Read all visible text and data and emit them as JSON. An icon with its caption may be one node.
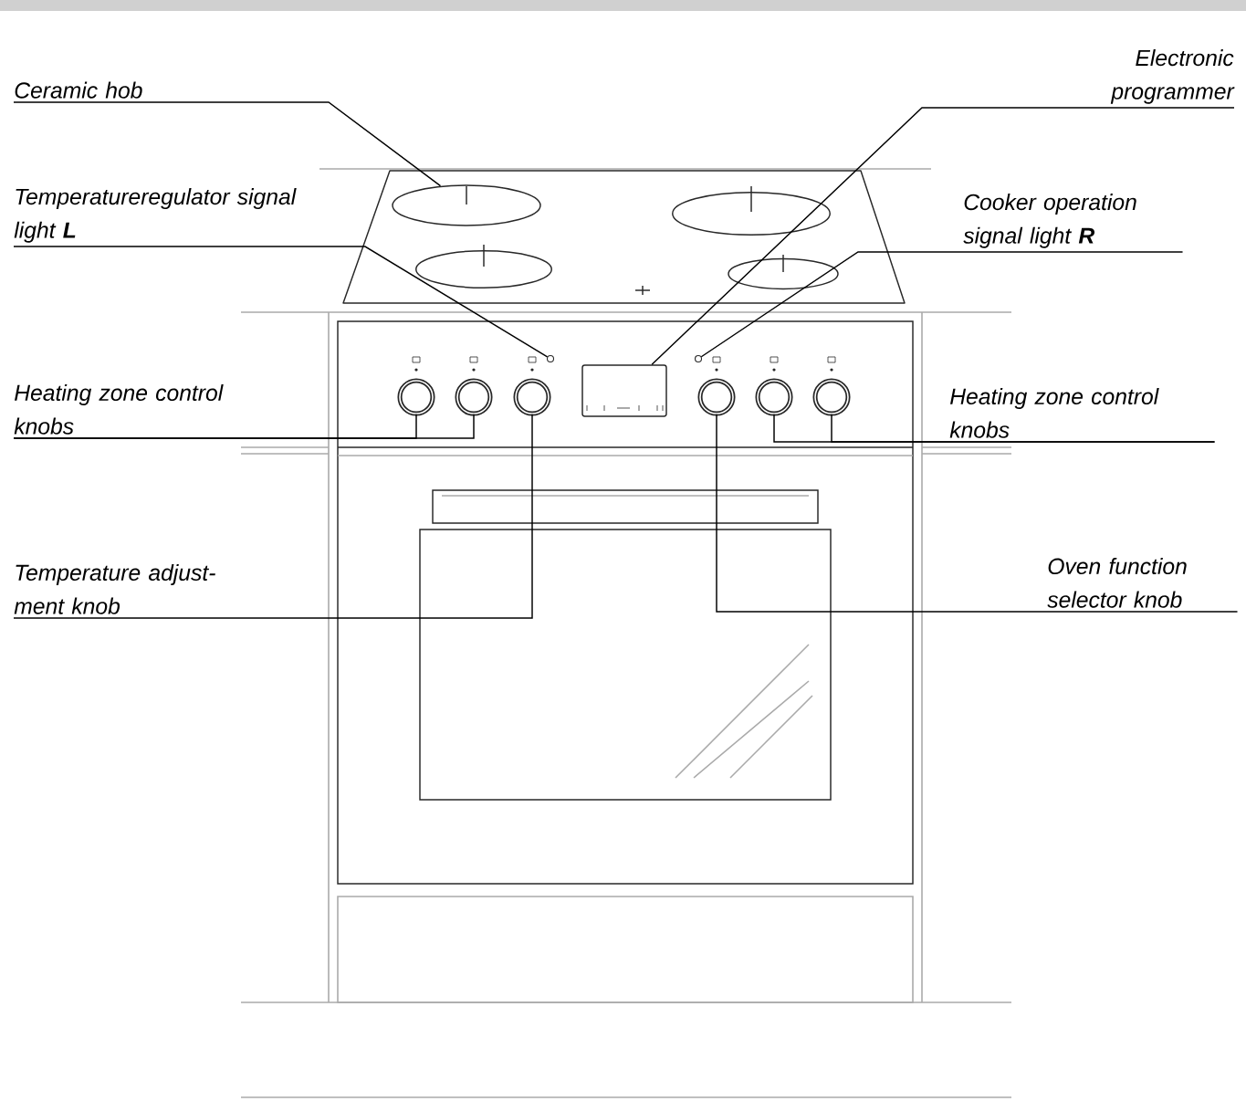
{
  "diagram": {
    "nodes": [
      {
        "text": [
          "Ceramic hob"
        ]
      },
      {
        "text": [
          "Electronic programmer"
        ]
      },
      {
        "text": [
          "Temperatureregulator signal light **L**"
        ]
      },
      {
        "text": [
          "Cooker operation signal light **R**"
        ]
      },
      {
        "text": [
          "Heating zone control knobs"
        ]
      },
      {
        "text": [
          "Heating zone control knobs"
        ]
      },
      {
        "text": [
          "Temperature adjust-ment knob"
        ]
      },
      {
        "text": [
          "Oven function selector knob"
        ]
      },
      {
        "text": [],
        "shape": "ellipse"
      },
      {
        "text": [],
        "shape": "circle"
      },
      {
        "text": [],
        "shape": "circle"
      },
      {
        "text": [],
        "shape": "circle"
      },
      {
        "text": [],
        "shape": "circle"
      },
      {
        "text": [],
        "shape": "box"
      },
      {
        "text": [],
        "shape": "circle"
      },
      {
        "text": [],
        "shape": "circle"
      },
      {
        "text": [],
        "shape": "circle"
      },
      {
        "text": [],
        "shape": "circle"
      }
    ],
    "edges": [
      {
        "from": 0,
        "to": 8,
        "arrow": "none"
      },
      {
        "from": 1,
        "to": 13,
        "arrow": "none"
      },
      {
        "from": 2,
        "to": 12,
        "arrow": "none"
      },
      {
        "from": 3,
        "to": 14,
        "arrow": "none"
      },
      {
        "from": 4,
        "to": 9,
        "arrow": "none"
      },
      {
        "from": 4,
        "to": 10,
        "arrow": "none"
      },
      {
        "from": 5,
        "to": 16,
        "arrow": "none"
      },
      {
        "from": 5,
        "to": 17,
        "arrow": "none"
      },
      {
        "from": 6,
        "to": 11,
        "arrow": "none"
      },
      {
        "from": 7,
        "to": 15,
        "arrow": "none"
      }
    ]
  }
}
